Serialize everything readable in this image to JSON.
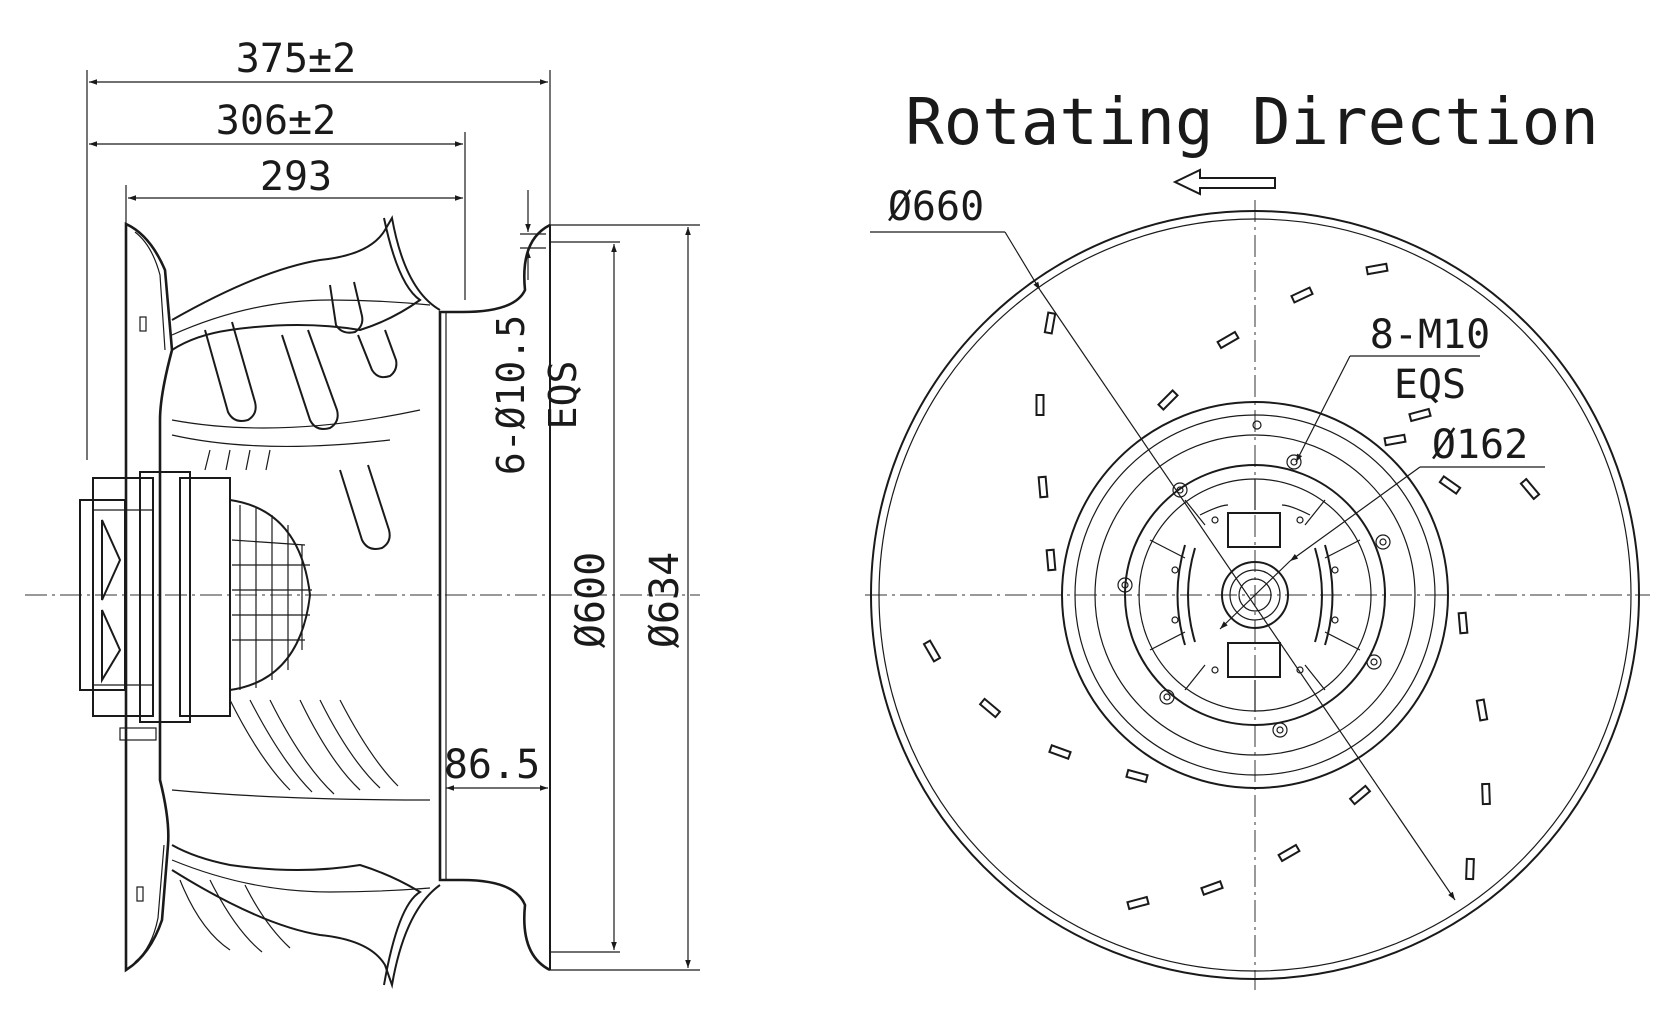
{
  "side_view": {
    "dim_375": "375±2",
    "dim_306": "306±2",
    "dim_293": "293",
    "dim_bolt_holes": "6-Ø10.5",
    "dim_bolt_holes_eqs": "EQS",
    "dim_600": "Ø600",
    "dim_634": "Ø634",
    "dim_86_5": "86.5"
  },
  "front_view": {
    "title": "Rotating Direction",
    "dim_660": "Ø660",
    "dim_m10": "8-M10",
    "dim_m10_eqs": "EQS",
    "dim_162": "Ø162"
  },
  "icons": {
    "direction_arrow": "left-arrow-icon"
  },
  "colors": {
    "line": "#1a1a1a",
    "background": "#ffffff"
  }
}
